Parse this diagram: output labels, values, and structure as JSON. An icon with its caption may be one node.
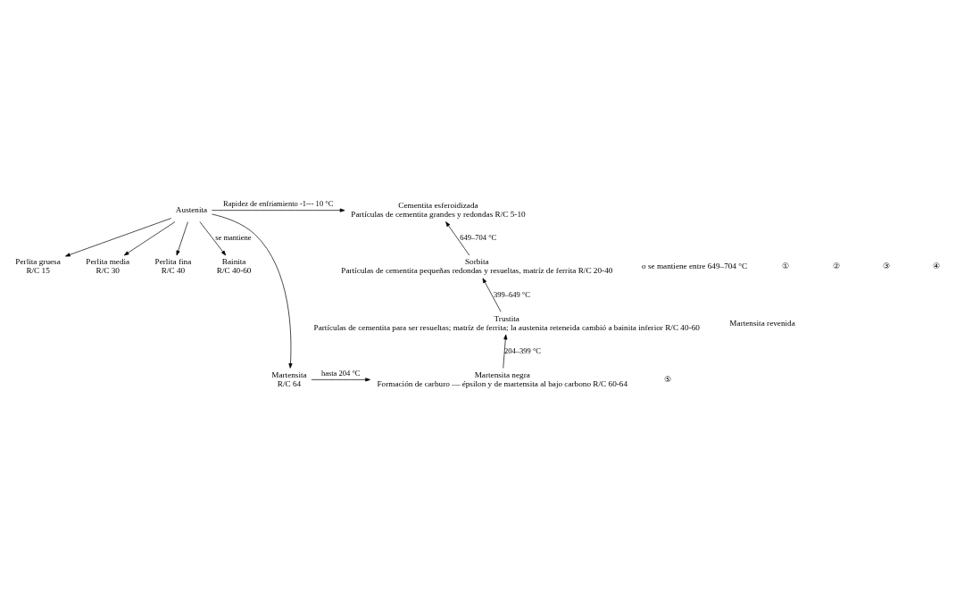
{
  "diagram": {
    "nodes": [
      {
        "text": [
          "Austenita"
        ]
      },
      {
        "text": [
          "Cementita esferoidizada",
          "Partículas de cementita grandes y redondas R/C 5-10"
        ]
      },
      {
        "text": [
          "Perlita gruesa",
          "R/C 15"
        ]
      },
      {
        "text": [
          "Perlita media",
          "R/C 30"
        ]
      },
      {
        "text": [
          "Perlita fina",
          "R/C 40"
        ]
      },
      {
        "text": [
          "Bainita",
          "R/C 40-60"
        ]
      },
      {
        "text": [
          "Martensita",
          "R/C 64"
        ]
      },
      {
        "text": [
          "Sorbita",
          "Partículas de cementita pequeñas redondas y resueltas, matríz de ferrita R/C 20-40"
        ]
      },
      {
        "text": [
          "Trustita",
          "Partículas de cementita para ser resueltas; matríz de ferrita; la austenita reteneida cambió a bainita inferior R/C 40-60"
        ]
      },
      {
        "text": [
          "Martensita negra",
          "Formación de carburo — épsilon y de martensita al bajo carbono R/C 60-64"
        ]
      }
    ],
    "edges": [
      {
        "from": 0,
        "to": 1,
        "arrow": "to",
        "label": "Rapidez de enfriamiento -1--- 10 °C"
      },
      {
        "from": 0,
        "to": 2,
        "arrow": "to"
      },
      {
        "from": 0,
        "to": 3,
        "arrow": "to"
      },
      {
        "from": 0,
        "to": 4,
        "arrow": "to"
      },
      {
        "from": 0,
        "to": 5,
        "arrow": "to",
        "label": "se mantiene"
      },
      {
        "from": 0,
        "to": 6,
        "arrow": "to"
      },
      {
        "from": 7,
        "to": 1,
        "arrow": "to",
        "label": "649–704 °C"
      },
      {
        "from": 8,
        "to": 7,
        "arrow": "to",
        "label": "399–649 °C"
      },
      {
        "from": 9,
        "to": 8,
        "arrow": "to",
        "label": "204–399 °C"
      },
      {
        "from": 6,
        "to": 9,
        "arrow": "to",
        "label": "hasta 204 °C"
      }
    ],
    "labels": [
      "o se mantiene entre 649–704 °C",
      "①",
      "②",
      "③",
      "④",
      "⑤",
      "Martensita revenida"
    ]
  }
}
